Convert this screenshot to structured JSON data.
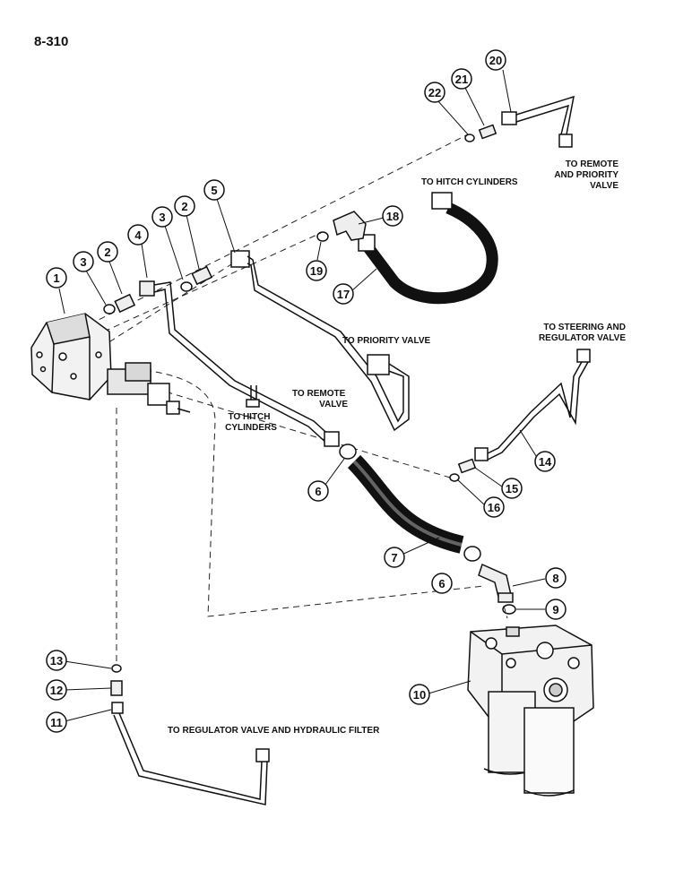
{
  "page_number": "8-310",
  "callouts": [
    "1",
    "2",
    "3",
    "4",
    "5",
    "6",
    "7",
    "8",
    "9",
    "10",
    "11",
    "12",
    "13",
    "14",
    "15",
    "16",
    "17",
    "18",
    "19",
    "20",
    "21",
    "22"
  ],
  "labels": {
    "remote_priority": [
      "TO REMOTE",
      "AND PRIORITY",
      "VALVE"
    ],
    "hitch_cylinders_top": "TO HITCH CYLINDERS",
    "priority_valve": "TO PRIORITY VALVE",
    "steering_regulator": [
      "TO STEERING AND",
      "REGULATOR VALVE"
    ],
    "remote_valve": [
      "TO REMOTE",
      "VALVE"
    ],
    "hitch_cylinders_left": [
      "TO HITCH",
      "CYLINDERS"
    ],
    "regulator_filter": "TO REGULATOR VALVE AND HYDRAULIC FILTER"
  }
}
